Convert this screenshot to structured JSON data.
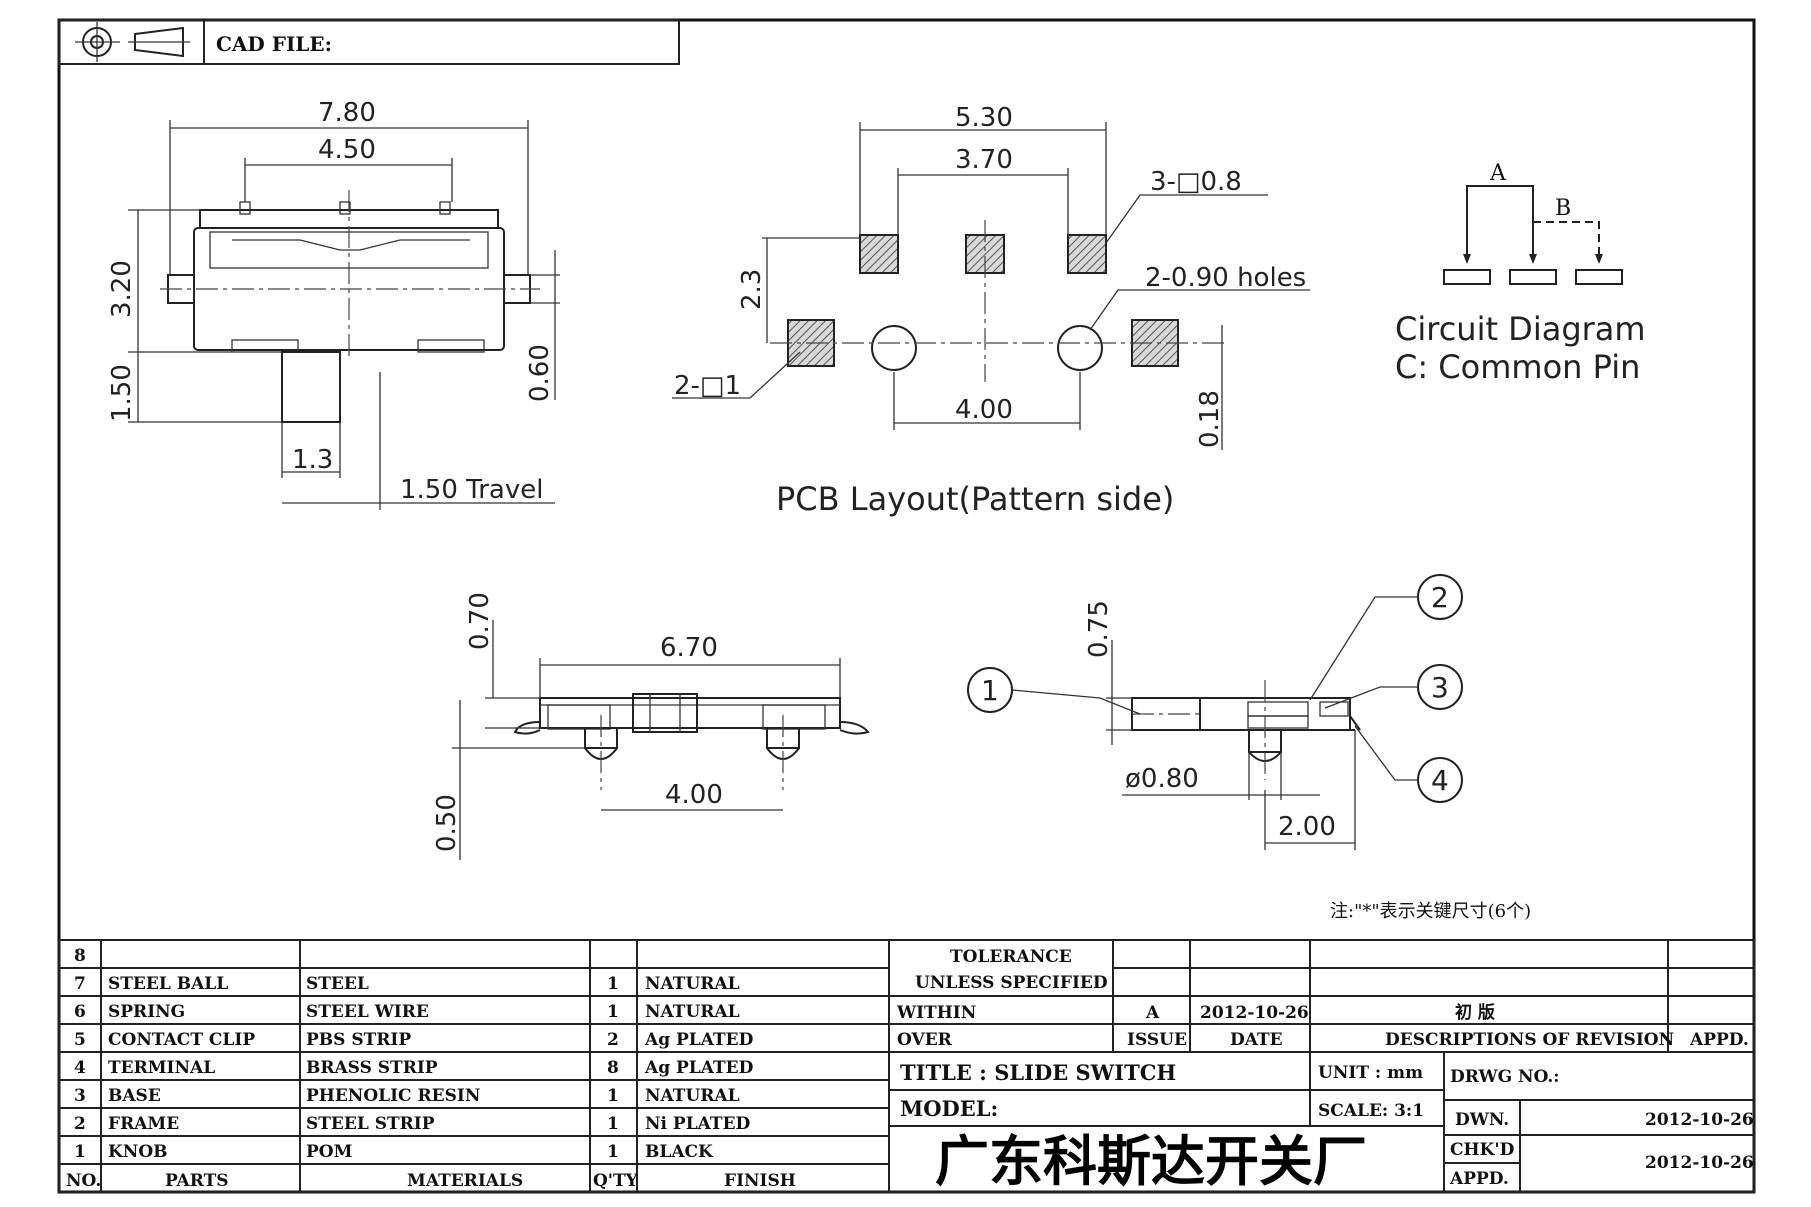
{
  "header": {
    "cad_file_label": "CAD FILE:"
  },
  "top_view": {
    "dims": {
      "overall_width": "7.80",
      "pin_span": "4.50",
      "body_height": "3.20",
      "knob_height": "1.50",
      "knob_width": "1.3",
      "offset": "0.60",
      "travel": "1.50 Travel"
    }
  },
  "pcb_layout": {
    "dims": {
      "outer_span": "5.30",
      "inner_span": "3.70",
      "pad_spec": "3-□0.8",
      "holes_spec": "2-0.90 holes",
      "row_gap": "2.3",
      "mount_pads": "2-□1",
      "hole_span": "4.00",
      "offset": "0.18"
    },
    "title": "PCB Layout(Pattern side)"
  },
  "circuit": {
    "label_a": "A",
    "label_b": "B",
    "title": "Circuit Diagram",
    "subtitle": "C: Common Pin"
  },
  "front_view": {
    "dims": {
      "height_top": "0.70",
      "width": "6.70",
      "peg_span": "4.00",
      "peg_height": "0.50"
    }
  },
  "side_view": {
    "dims": {
      "height": "0.75",
      "diameter": "ø0.80",
      "depth": "2.00"
    },
    "callouts": [
      "1",
      "2",
      "3",
      "4"
    ]
  },
  "note": "注:\"*\"表示关键尺寸(6个)",
  "bom": {
    "rows": [
      {
        "no": "8",
        "part": "",
        "material": "",
        "qty": "",
        "finish": ""
      },
      {
        "no": "7",
        "part": "STEEL BALL",
        "material": "STEEL",
        "qty": "1",
        "finish": "NATURAL"
      },
      {
        "no": "6",
        "part": "SPRING",
        "material": "STEEL WIRE",
        "qty": "1",
        "finish": "NATURAL"
      },
      {
        "no": "5",
        "part": "CONTACT CLIP",
        "material": "PBS STRIP",
        "qty": "2",
        "finish": "Ag PLATED"
      },
      {
        "no": "4",
        "part": "TERMINAL",
        "material": "BRASS STRIP",
        "qty": "8",
        "finish": "Ag PLATED"
      },
      {
        "no": "3",
        "part": "BASE",
        "material": "PHENOLIC RESIN",
        "qty": "1",
        "finish": "NATURAL"
      },
      {
        "no": "2",
        "part": "FRAME",
        "material": "STEEL STRIP",
        "qty": "1",
        "finish": "Ni PLATED"
      },
      {
        "no": "1",
        "part": "KNOB",
        "material": "POM",
        "qty": "1",
        "finish": "BLACK"
      }
    ],
    "headers": {
      "no": "NO.",
      "part": "PARTS",
      "material": "MATERIALS",
      "qty": "Q'TY",
      "finish": "FINISH"
    }
  },
  "tolerance": {
    "line1": "TOLERANCE",
    "line2": "UNLESS SPECIFIED",
    "within": "WITHIN",
    "over": "OVER"
  },
  "revision": {
    "issue_value": "A",
    "date_value": "2012-10-26",
    "description_value": "初 版",
    "issue_label": "ISSUE",
    "date_label": "DATE",
    "description_label": "DESCRIPTIONS OF REVISION",
    "appd_label": "APPD."
  },
  "title_block": {
    "title": "TITLE : SLIDE SWITCH",
    "unit": "UNIT : mm",
    "drwg_no": "DRWG NO.:",
    "model": "MODEL:",
    "scale": "SCALE: 3:1",
    "dwn_label": "DWN.",
    "dwn_date": "2012-10-26",
    "chkd_label": "CHK'D",
    "appd_label": "APPD.",
    "chkd_date": "2012-10-26",
    "company": "广东科斯达开关厂"
  }
}
